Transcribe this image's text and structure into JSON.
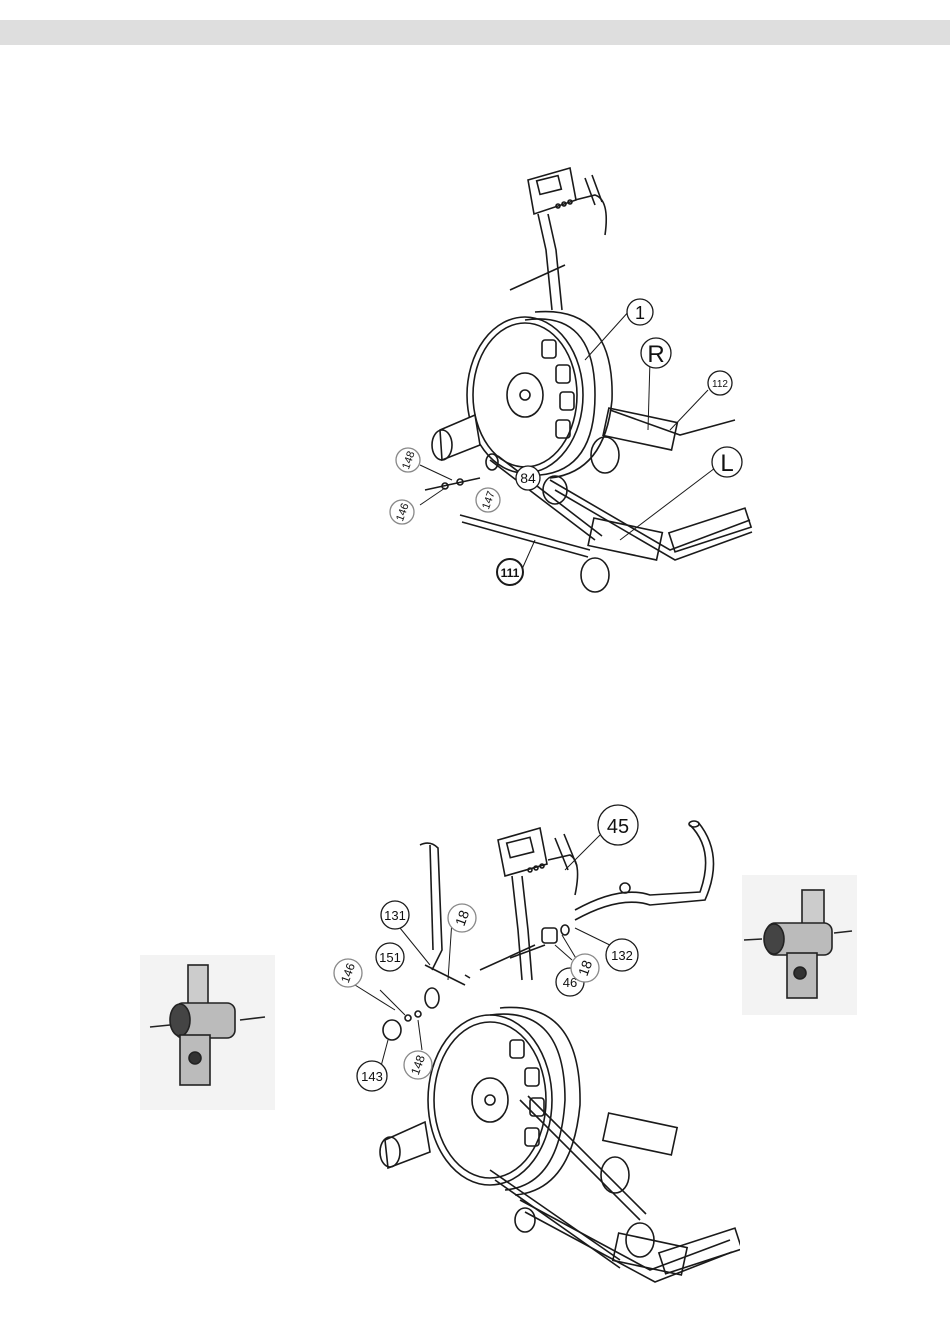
{
  "figure_top": {
    "callouts": [
      {
        "id": "c1",
        "label": "1"
      },
      {
        "id": "cR",
        "label": "R"
      },
      {
        "id": "c112",
        "label": "112"
      },
      {
        "id": "cL",
        "label": "L"
      },
      {
        "id": "c148",
        "label": "148"
      },
      {
        "id": "c84",
        "label": "84"
      },
      {
        "id": "c147",
        "label": "147"
      },
      {
        "id": "c146",
        "label": "146"
      },
      {
        "id": "c111",
        "label": "111"
      }
    ]
  },
  "figure_bottom": {
    "callouts": [
      {
        "id": "c45",
        "label": "45"
      },
      {
        "id": "c131",
        "label": "131"
      },
      {
        "id": "c18a",
        "label": "18"
      },
      {
        "id": "c151",
        "label": "151"
      },
      {
        "id": "c146b",
        "label": "146"
      },
      {
        "id": "c46",
        "label": "46"
      },
      {
        "id": "c18b",
        "label": "18"
      },
      {
        "id": "c132",
        "label": "132"
      },
      {
        "id": "c148b",
        "label": "148"
      },
      {
        "id": "c143",
        "label": "143"
      }
    ]
  },
  "colors": {
    "band": "#dedede",
    "line": "#1a1a1a",
    "photo_bg": "#f3f3f3"
  }
}
